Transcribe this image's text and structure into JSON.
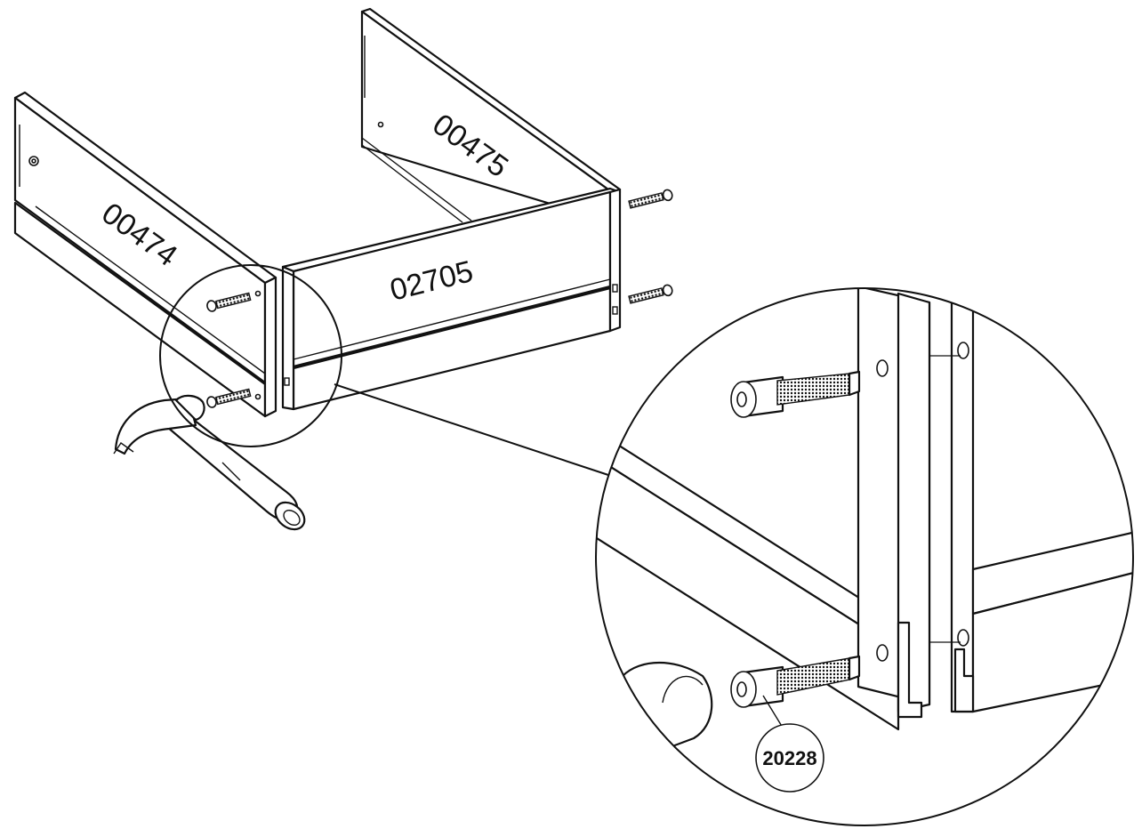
{
  "labels": {
    "left_side_panel": "00474",
    "right_side_panel": "00475",
    "front_panel": "02705",
    "dowel_callout": "20228"
  },
  "colors": {
    "line": "#111111",
    "background": "#ffffff"
  },
  "icons": [
    "dowel-icon",
    "hammer-icon",
    "magnifier-circle"
  ]
}
